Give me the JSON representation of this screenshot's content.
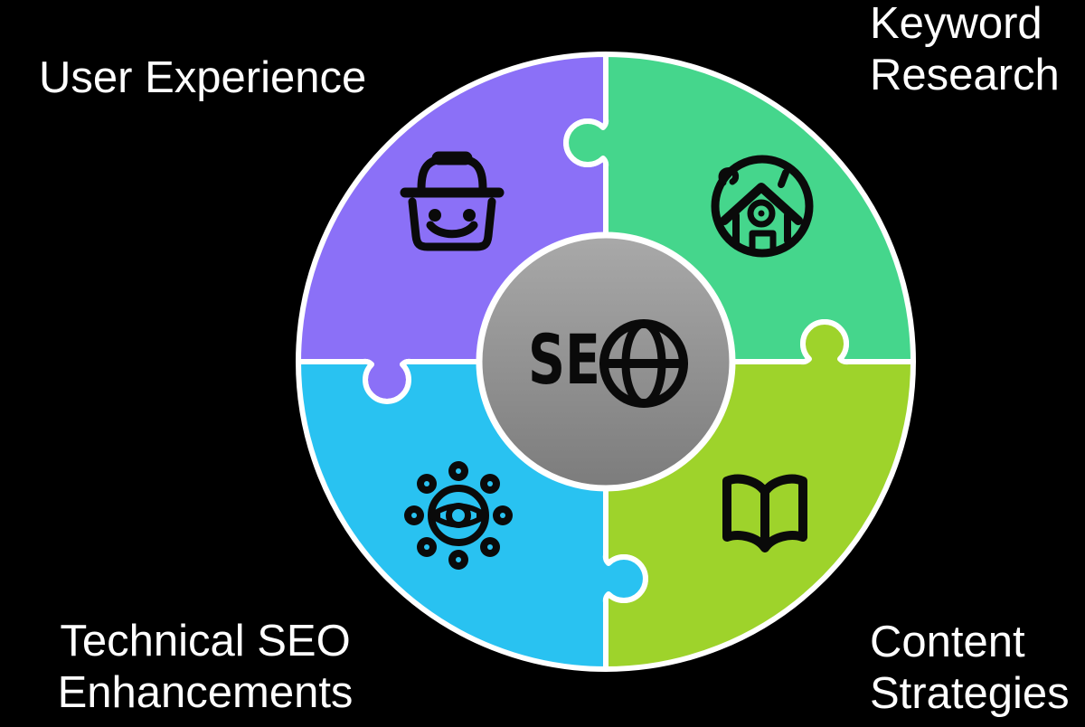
{
  "diagram": {
    "type": "puzzle-cycle",
    "center": {
      "text": "SE",
      "icon": "globe-icon",
      "fill_top": "#A9A9A9",
      "fill_bottom": "#7C7C7C"
    },
    "segments": [
      {
        "label": "User Experience",
        "lines": [
          "User Experience"
        ],
        "color": "#8B70F7",
        "icon": "smiling-basket-icon",
        "position": "top-left"
      },
      {
        "label": "Keyword Research",
        "lines": [
          "Keyword",
          "Research"
        ],
        "color": "#45D68C",
        "icon": "house-globe-icon",
        "position": "top-right"
      },
      {
        "label": "Technical SEO Enhancements",
        "lines": [
          "Technical SEO",
          "Enhancements"
        ],
        "color": "#29C2F1",
        "icon": "eye-network-icon",
        "position": "bottom-left"
      },
      {
        "label": "Content Strategies",
        "lines": [
          "Content",
          "Strategies"
        ],
        "color": "#9ED32B",
        "icon": "open-book-icon",
        "position": "bottom-right"
      }
    ],
    "colors": {
      "background": "#000000",
      "outline": "#FFFFFF",
      "ink": "#0A0A0A",
      "label_text": "#FFFFFF"
    }
  }
}
